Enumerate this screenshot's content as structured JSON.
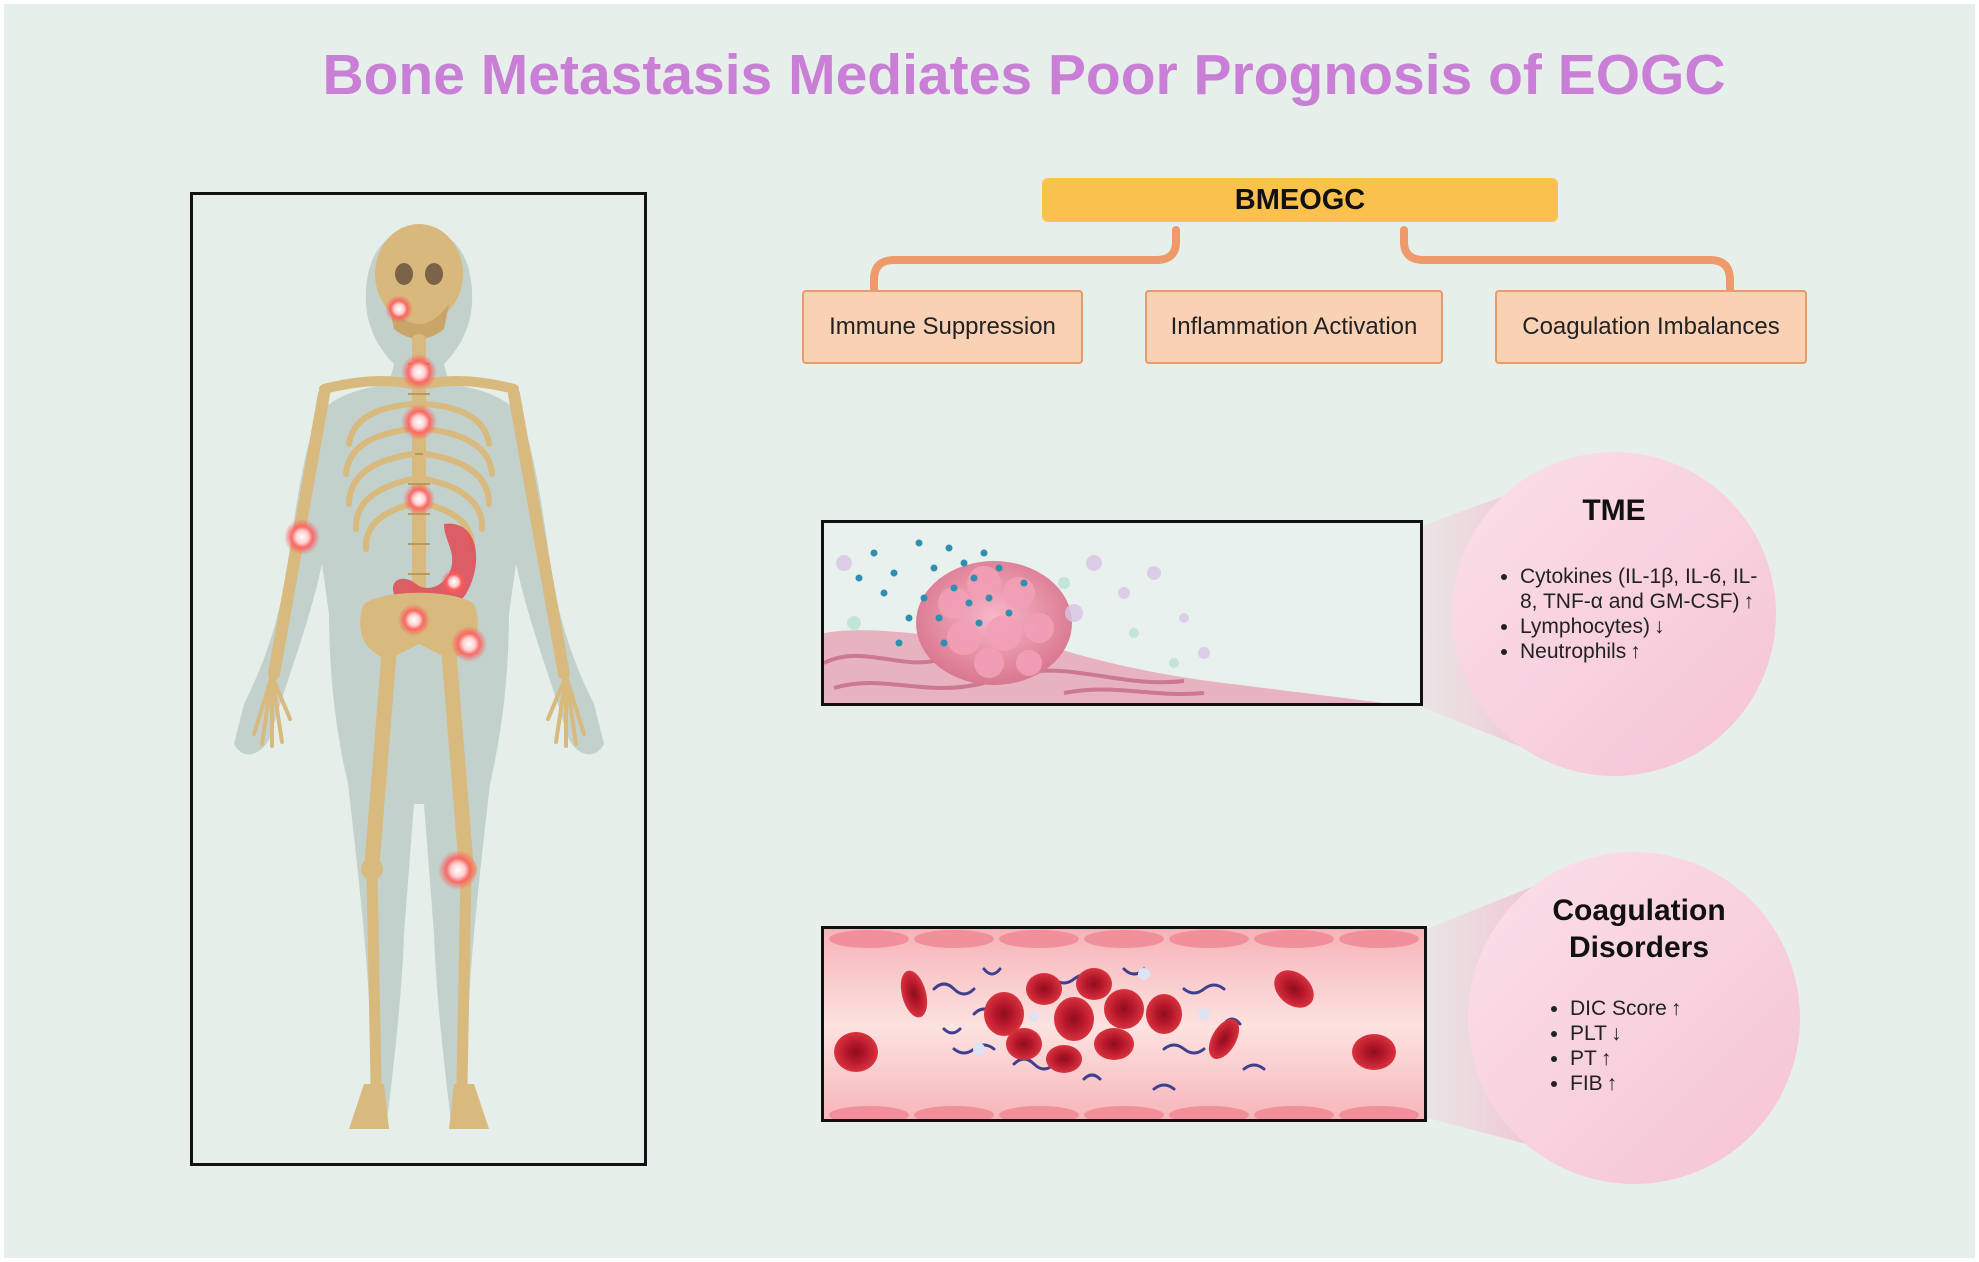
{
  "title": "Bone Metastasis Mediates Poor Prognosis of EOGC",
  "root": {
    "label": "BMEOGC"
  },
  "branches": [
    {
      "label": "Immune Suppression"
    },
    {
      "label": "Inflammation Activation"
    },
    {
      "label": "Coagulation Imbalances"
    }
  ],
  "tme": {
    "title": "TME",
    "items": [
      {
        "text": "Cytokines (IL-1β, IL-6, IL-8, TNF-α and GM-CSF)",
        "arrow": "↑"
      },
      {
        "text": "Lymphocytes)",
        "arrow": "↓"
      },
      {
        "text": "Neutrophils",
        "arrow": "↑"
      }
    ]
  },
  "coagulation": {
    "title_line1": "Coagulation",
    "title_line2": "Disorders",
    "items": [
      {
        "text": "DIC Score",
        "arrow": "↑"
      },
      {
        "text": "PLT",
        "arrow": "↓"
      },
      {
        "text": "PT",
        "arrow": "↑"
      },
      {
        "text": "FIB",
        "arrow": "↑"
      }
    ]
  },
  "colors": {
    "title": "#c97fd6",
    "root_fill": "#fbc14d",
    "branch_fill": "#f9d1b5",
    "connector": "#ef9a6a",
    "circle": "#f6c9d8",
    "bone": "#d8b97e",
    "lesion": "#f04a4a"
  },
  "icons": [
    "human-skeleton-illustration",
    "tumor-microenvironment-illustration",
    "blood-vessel-clot-illustration"
  ]
}
